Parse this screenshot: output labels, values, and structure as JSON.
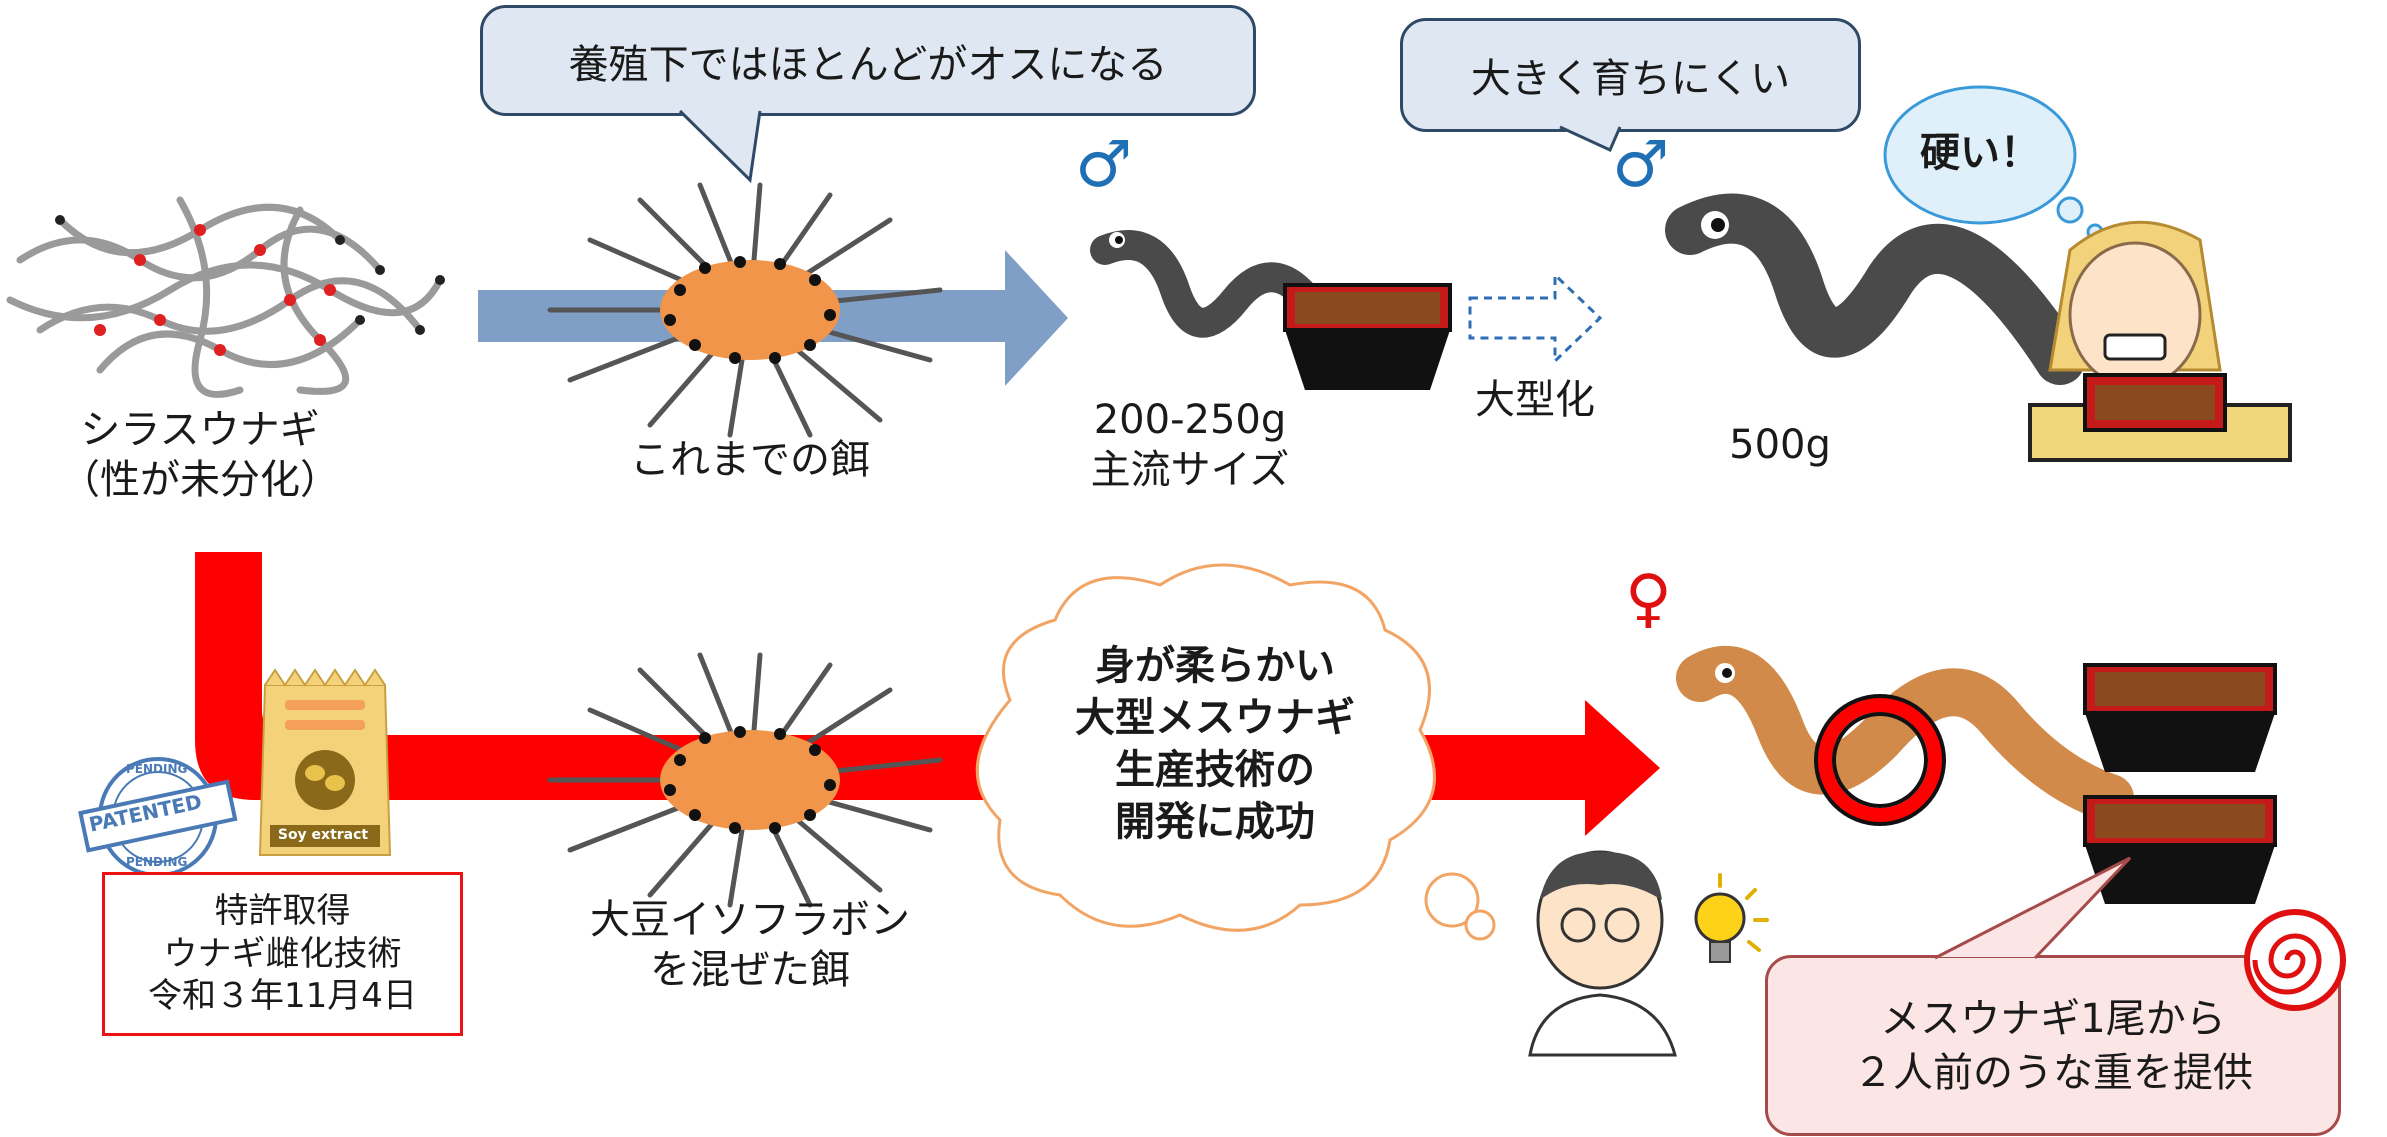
{
  "bubbles": {
    "farm_male": "養殖下ではほとんどがオスになる",
    "hard_to_grow": "大きく育ちにくい",
    "hard": "硬い！",
    "success": [
      "身が柔らかい",
      "大型メスウナギ",
      "生産技術の",
      "開発に成功"
    ],
    "provide": [
      "メスウナギ1尾から",
      "２人前のうな重を提供"
    ]
  },
  "labels": {
    "shirasu": [
      "シラスウナギ",
      "（性が未分化）"
    ],
    "old_feed": "これまでの餌",
    "mainstream": [
      "200-250g",
      "主流サイズ"
    ],
    "enlarge": "大型化",
    "big_weight": "500g",
    "soy_feed": [
      "大豆イソフラボン",
      "を混ぜた餌"
    ]
  },
  "patent": {
    "lines": [
      "特許取得",
      "ウナギ雌化技術",
      "令和３年11月4日"
    ],
    "stamp_top": "PENDING",
    "stamp_center": "PATENTED",
    "stamp_bottom": "PENDING",
    "bag_label": "Soy extract"
  },
  "symbols": {
    "male": "♂",
    "female": "♀"
  },
  "colors": {
    "blue_arrow": "#7f9fc6",
    "red_arrow": "#ff0000",
    "male_symbol": "#1f6fb5",
    "female_symbol": "#e01010",
    "feed_orange": "#f0954a",
    "eel_dark": "#4a4a4a",
    "eel_female": "#d28a4a",
    "bubble_blue_fill": "#dfe8f2",
    "bubble_pink_fill": "#fbe5e5",
    "cloud_border": "#f2a464"
  }
}
